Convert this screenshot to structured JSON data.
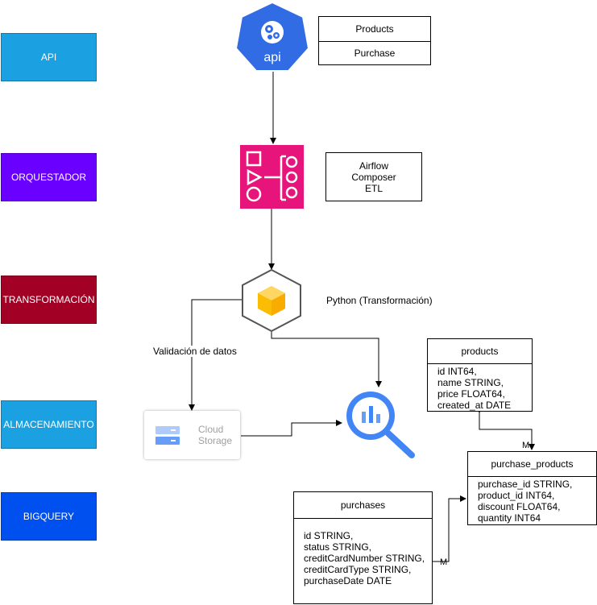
{
  "lanes": [
    {
      "label": "API",
      "color": "#1ba1e2"
    },
    {
      "label": "ORQUESTADOR",
      "color": "#6a00ff"
    },
    {
      "label": "TRANSFORMACIÓN",
      "color": "#a20025"
    },
    {
      "label": "ALMACENAMIENTO",
      "color": "#1ba1e2"
    },
    {
      "label": "BIGQUERY",
      "color": "#0050ef"
    }
  ],
  "api": {
    "icon_label": "api",
    "icon_color": "#326ce5",
    "resources": [
      "Products",
      "Purchase"
    ]
  },
  "orchestrator": {
    "icon_color": "#e7157b",
    "lines": [
      "Airflow",
      "Composer",
      "ETL"
    ]
  },
  "transformation": {
    "label": "Python (Transformación)",
    "validation_label": "Validación de datos"
  },
  "storage": {
    "label_line1": "Cloud",
    "label_line2": "Storage"
  },
  "tables": {
    "products": {
      "name": "products",
      "fields": [
        "id INT64,",
        "name STRING,",
        "price FLOAT64,",
        "created_at DATE"
      ]
    },
    "purchase_products": {
      "name": "purchase_products",
      "fields": [
        "purchase_id STRING,",
        "product_id INT64,",
        "discount FLOAT64,",
        "quantity INT64"
      ]
    },
    "purchases": {
      "name": "purchases",
      "fields": [
        "id STRING,",
        "status STRING,",
        "creditCardNumber STRING,",
        "creditCardType STRING,",
        "purchaseDate DATE"
      ]
    }
  },
  "relations": {
    "products_to_purchase_products": "M",
    "purchases_to_purchase_products": "M"
  }
}
